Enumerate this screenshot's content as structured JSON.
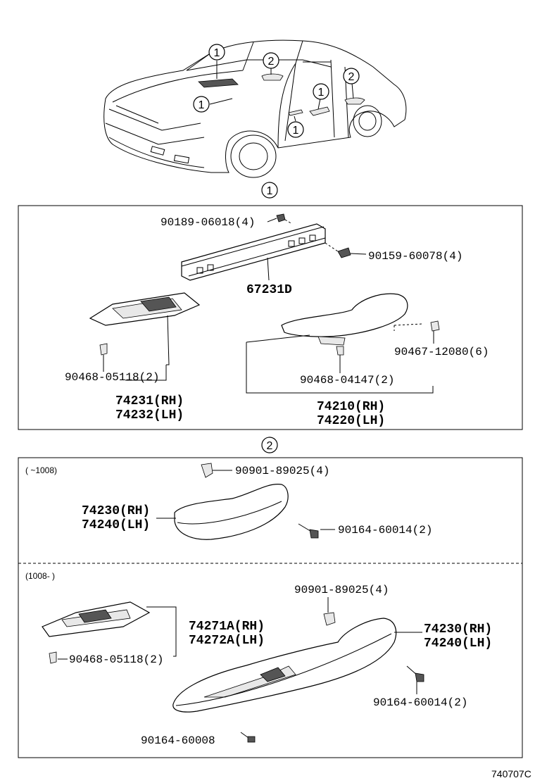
{
  "overview": {
    "callouts": [
      "1",
      "2",
      "1",
      "1",
      "2",
      "1"
    ]
  },
  "section1": {
    "marker": "1",
    "labels": {
      "bolt_top": "90189-06018(4)",
      "screw_right": "90159-60078(4)",
      "bracket": "67231D",
      "clip_left": "90468-05118(2)",
      "clip_mid": "90468-04147(2)",
      "clip_right": "90467-12080(6)",
      "panel_rh": "74231(RH)",
      "panel_lh": "74232(LH)",
      "armrest_rh": "74210(RH)",
      "armrest_lh": "74220(LH)"
    }
  },
  "section2": {
    "marker": "2",
    "upper": {
      "range": "(    ~1008)",
      "labels": {
        "clip": "90901-89025(4)",
        "part_rh": "74230(RH)",
        "part_lh": "74240(LH)",
        "screw": "90164-60014(2)"
      }
    },
    "lower": {
      "range": "(1008-    )",
      "labels": {
        "clip": "90901-89025(4)",
        "panel_rh": "74271A(RH)",
        "panel_lh": "74272A(LH)",
        "panel_clip": "90468-05118(2)",
        "part_rh": "74230(RH)",
        "part_lh": "74240(LH)",
        "screw_right": "90164-60014(2)",
        "screw_bottom": "90164-60008"
      }
    }
  },
  "footer": {
    "ref_code": "740707C"
  }
}
